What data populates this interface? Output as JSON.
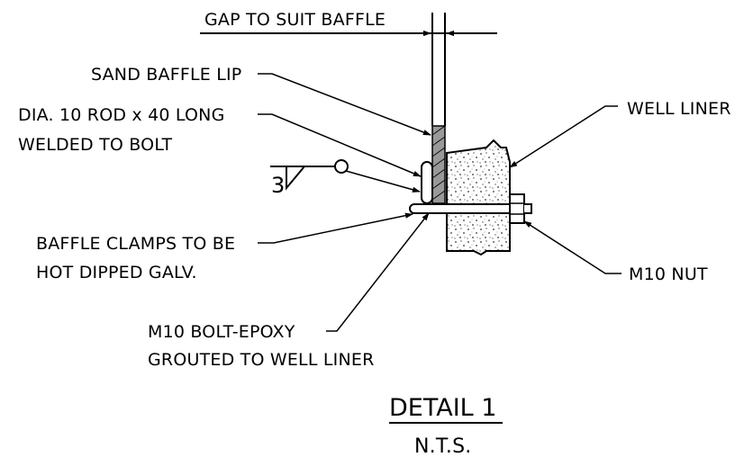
{
  "labels": {
    "gap": "GAP TO SUIT BAFFLE",
    "lip": "SAND BAFFLE LIP",
    "rod_1": "DIA. 10 ROD x 40 LONG",
    "rod_2": "WELDED TO BOLT",
    "weld_size": "3",
    "liner": "WELL LINER",
    "clamps_1": "BAFFLE CLAMPS TO BE",
    "clamps_2": "HOT DIPPED GALV.",
    "nut": "M10 NUT",
    "bolt_1": "M10 BOLT-EPOXY",
    "bolt_2": "GROUTED TO WELL LINER"
  },
  "title": {
    "main": "DETAIL 1",
    "scale": "N.T.S."
  }
}
